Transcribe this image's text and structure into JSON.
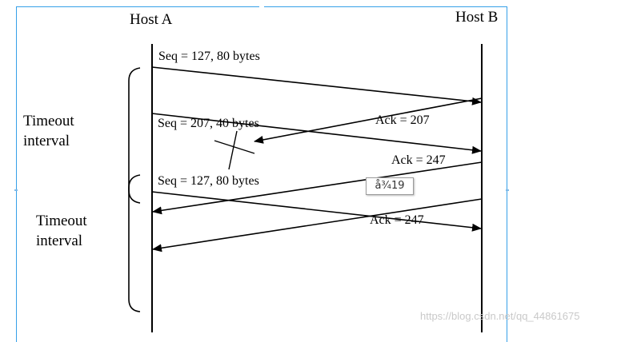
{
  "host_a": "Host A",
  "host_b": "Host B",
  "segments": [
    "Seq = 127, 80 bytes",
    "Seq = 207, 40 bytes",
    "Seq = 127, 80 bytes"
  ],
  "acks": [
    "Ack = 207",
    "Ack = 247",
    "Ack = 247"
  ],
  "timeout_1": "Timeout interval",
  "timeout_2": "Timeout interval",
  "badge": "å¾19",
  "watermark": "https://blog.csdn.net/qq_44861675",
  "colors": {
    "frame": "#35a0e8",
    "line": "#000000"
  }
}
